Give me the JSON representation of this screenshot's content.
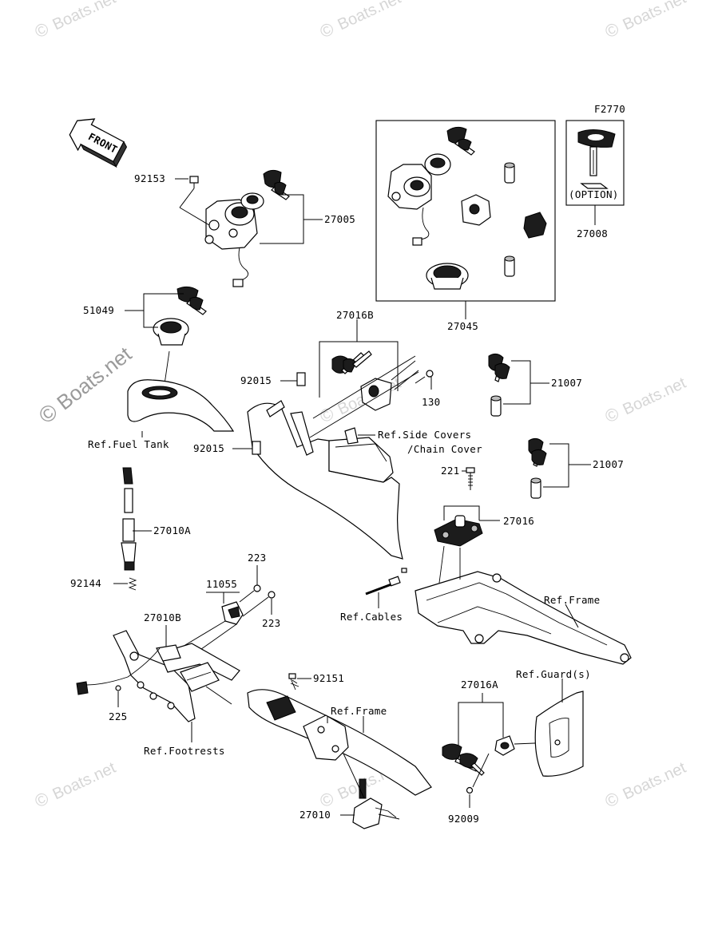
{
  "diagram_code": "F2770",
  "front_label": "FRONT",
  "option_label": "(OPTION)",
  "watermark": "Boats.net",
  "watermark_symbol": "©",
  "parts": {
    "p92153": "92153",
    "p27005": "27005",
    "p27045": "27045",
    "p27008": "27008",
    "p51049": "51049",
    "p27016B": "27016B",
    "p92015a": "92015",
    "p92015b": "92015",
    "p130": "130",
    "p21007a": "21007",
    "p21007b": "21007",
    "p221": "221",
    "p27016": "27016",
    "p27010A": "27010A",
    "p92144": "92144",
    "p223a": "223",
    "p223b": "223",
    "p11055": "11055",
    "p27010B": "27010B",
    "p225": "225",
    "p92151": "92151",
    "p27016A": "27016A",
    "p92009": "92009",
    "p27010": "27010"
  },
  "refs": {
    "fuel_tank": "Ref.Fuel Tank",
    "side_covers": "Ref.Side Covers",
    "chain_cover": "/Chain Cover",
    "cables": "Ref.Cables",
    "frame_a": "Ref.Frame",
    "frame_b": "Ref.Frame",
    "footrests": "Ref.Footrests",
    "guards": "Ref.Guard(s)"
  }
}
